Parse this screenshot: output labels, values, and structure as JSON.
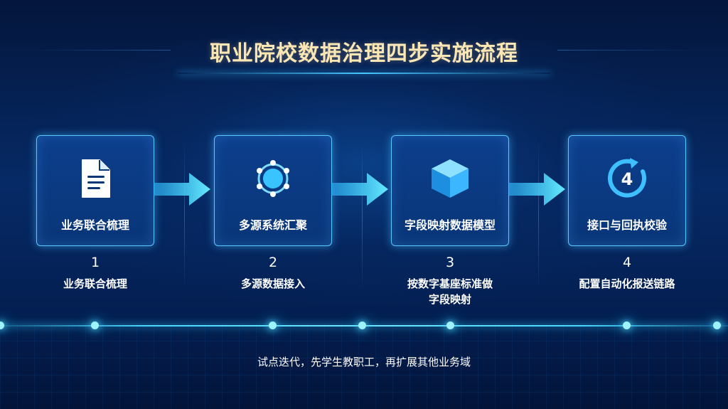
{
  "title": "职业院校数据治理四步实施流程",
  "steps": [
    {
      "card_label": "业务联合梳理",
      "number": "1",
      "description": "业务联合梳理",
      "icon": "document-icon"
    },
    {
      "card_label": "多源系统汇聚",
      "number": "2",
      "description": "多源数据接入",
      "icon": "network-hub-icon"
    },
    {
      "card_label": "字段映射数据模型",
      "number": "3",
      "description": "按数字基座标准做\n字段映射",
      "icon": "cube-icon"
    },
    {
      "card_label": "接口与回执校验",
      "number": "4",
      "description": "配置自动化报送链路",
      "icon": "cycle-four-icon"
    }
  ],
  "footer": "试点迭代，先学生教职工，再扩展其他业务域",
  "colors": {
    "title": "#fbe7b5",
    "accent": "#46c8ff",
    "card_border": "#5cc6ff",
    "background": "#062a66"
  }
}
